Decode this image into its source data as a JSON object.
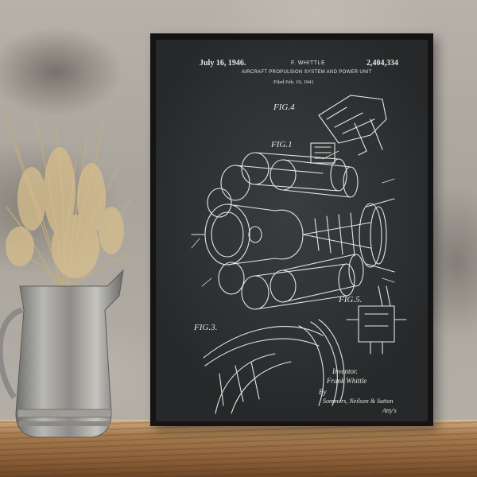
{
  "poster": {
    "date": "July 16, 1946.",
    "inventor_header": "F. WHITTLE",
    "patent_number": "2,404,334",
    "subtitle": "AIRCRAFT PROPULSION SYSTEM AND POWER UNIT",
    "filed": "Filed Feb. 19, 1941",
    "labels": {
      "fig4": "FIG.4",
      "fig1": "FIG.1",
      "fig3": "FIG.3.",
      "fig5": "FIG.5."
    },
    "signature": {
      "inventor_label": "Inventor.",
      "inventor_name": "Frank Whittle",
      "by": "By",
      "attorneys": "Sommers, Neilson & Sutton",
      "atty": "Atty's"
    }
  },
  "colors": {
    "chalkboard": "#2d3032",
    "chalk_line": "#e6e6e2",
    "frame": "#141414",
    "wall": "#aba69e",
    "shelf": "#9a6e43"
  }
}
